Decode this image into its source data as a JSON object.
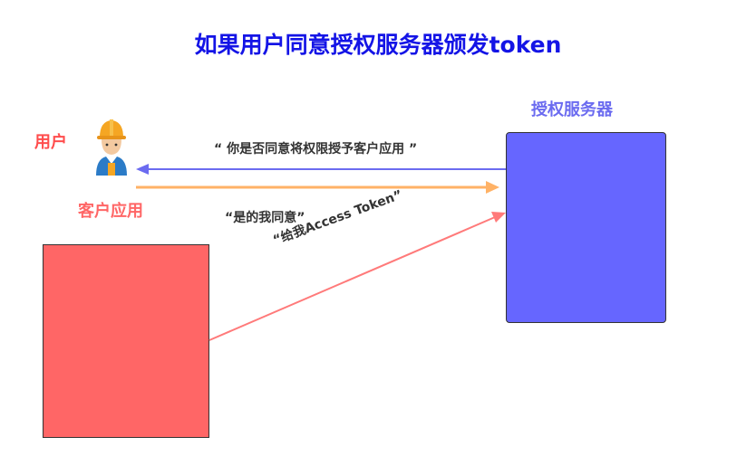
{
  "title": "如果用户同意授权服务器颁发token",
  "actors": {
    "user": "用户",
    "client": "客户应用",
    "auth_server": "授权服务器"
  },
  "messages": {
    "ask_consent": "“ 你是否同意将权限授予客户应用 ”",
    "consent_yes": "“是的我同意”",
    "request_token": "“给我Access Token”"
  },
  "colors": {
    "title": "#1414e6",
    "user_label": "#ff4d4d",
    "client_label": "#ff6666",
    "server_label": "#6b6bf0",
    "client_box": "#ff6666",
    "server_box": "#6666ff",
    "arrow_server_to_user": "#6b6bf0",
    "arrow_user_to_server": "#ffb266",
    "arrow_client_to_server": "#ff7a7a"
  },
  "icons": {
    "user": "worker-hardhat-icon"
  }
}
